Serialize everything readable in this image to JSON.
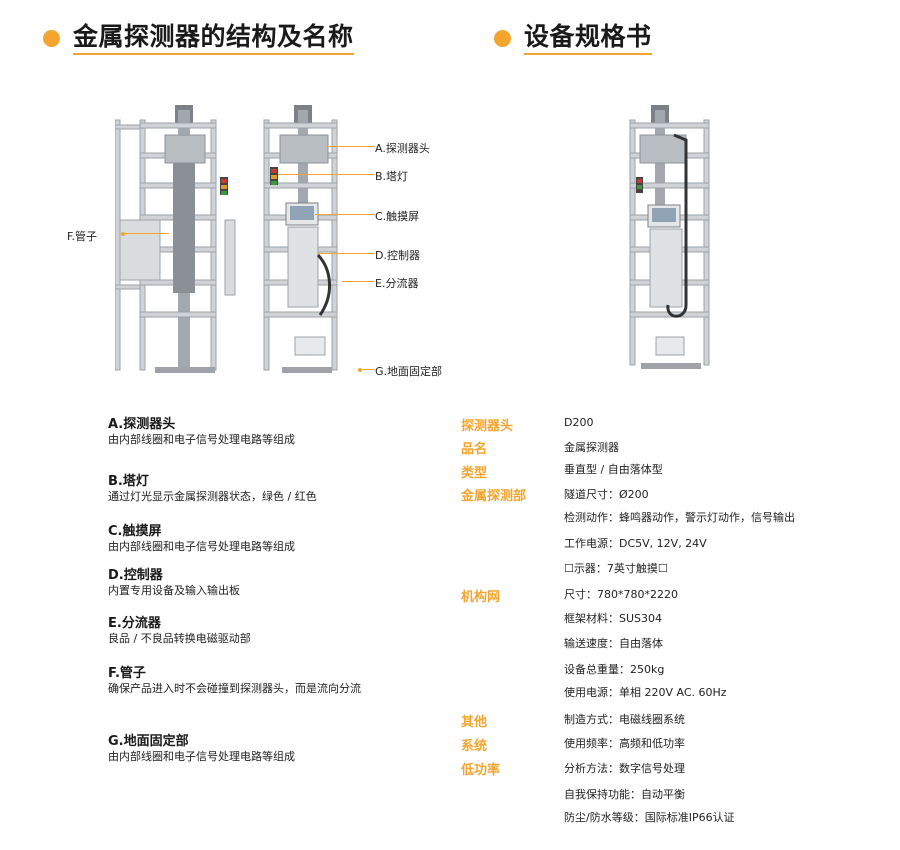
{
  "headers": {
    "left": "金属探测器的结构及名称",
    "right": "设备规格书"
  },
  "callouts": {
    "a": "A.探测器头",
    "b": "B.塔灯",
    "c": "C.触摸屏",
    "d": "D.控制器",
    "e": "E.分流器",
    "f": "F.管子",
    "g": "G.地面固定部"
  },
  "parts": [
    {
      "title": "A.探测器头",
      "desc": "由内部线圈和电子信号处理电路等组成"
    },
    {
      "title": "B.塔灯",
      "desc": "通过灯光显示金属探测器状态，绿色 / 红色"
    },
    {
      "title": "C.触摸屏",
      "desc": "由内部线圈和电子信号处理电路等组成"
    },
    {
      "title": "D.控制器",
      "desc": "内置专用设备及输入输出板"
    },
    {
      "title": "E.分流器",
      "desc": "良品 / 不良品转换电磁驱动部"
    },
    {
      "title": "F.管子",
      "desc": "确保产品进入时不会碰撞到探测器头，而是流向分流"
    },
    {
      "title": "G.地面固定部",
      "desc": "由内部线圈和电子信号处理电路等组成"
    }
  ],
  "spec_labels": [
    "探测器头",
    "品名",
    "类型",
    "金属探测部",
    "机构网",
    "其他",
    "系统",
    "低功率"
  ],
  "spec_values": [
    "D200",
    "金属探测器",
    "垂直型 / 自由落体型",
    "隧道尺寸：Ø200",
    "检测动作：蜂鸣器动作，警示灯动作，信号输出",
    "工作电源：DC5V, 12V, 24V",
    "☐示器：7英寸触摸☐",
    "尺寸：780*780*2220",
    "框架材料：SUS304",
    "输送速度：自由落体",
    "设备总重量：250kg",
    "使用电源：单相 220V AC. 60Hz",
    "制造方式：电磁线圈系统",
    "使用频率：高频和低功率",
    "分析方法：数字信号处理",
    "自我保持功能：自动平衡",
    "防尘/防水等级：国际标准IP66认证"
  ]
}
